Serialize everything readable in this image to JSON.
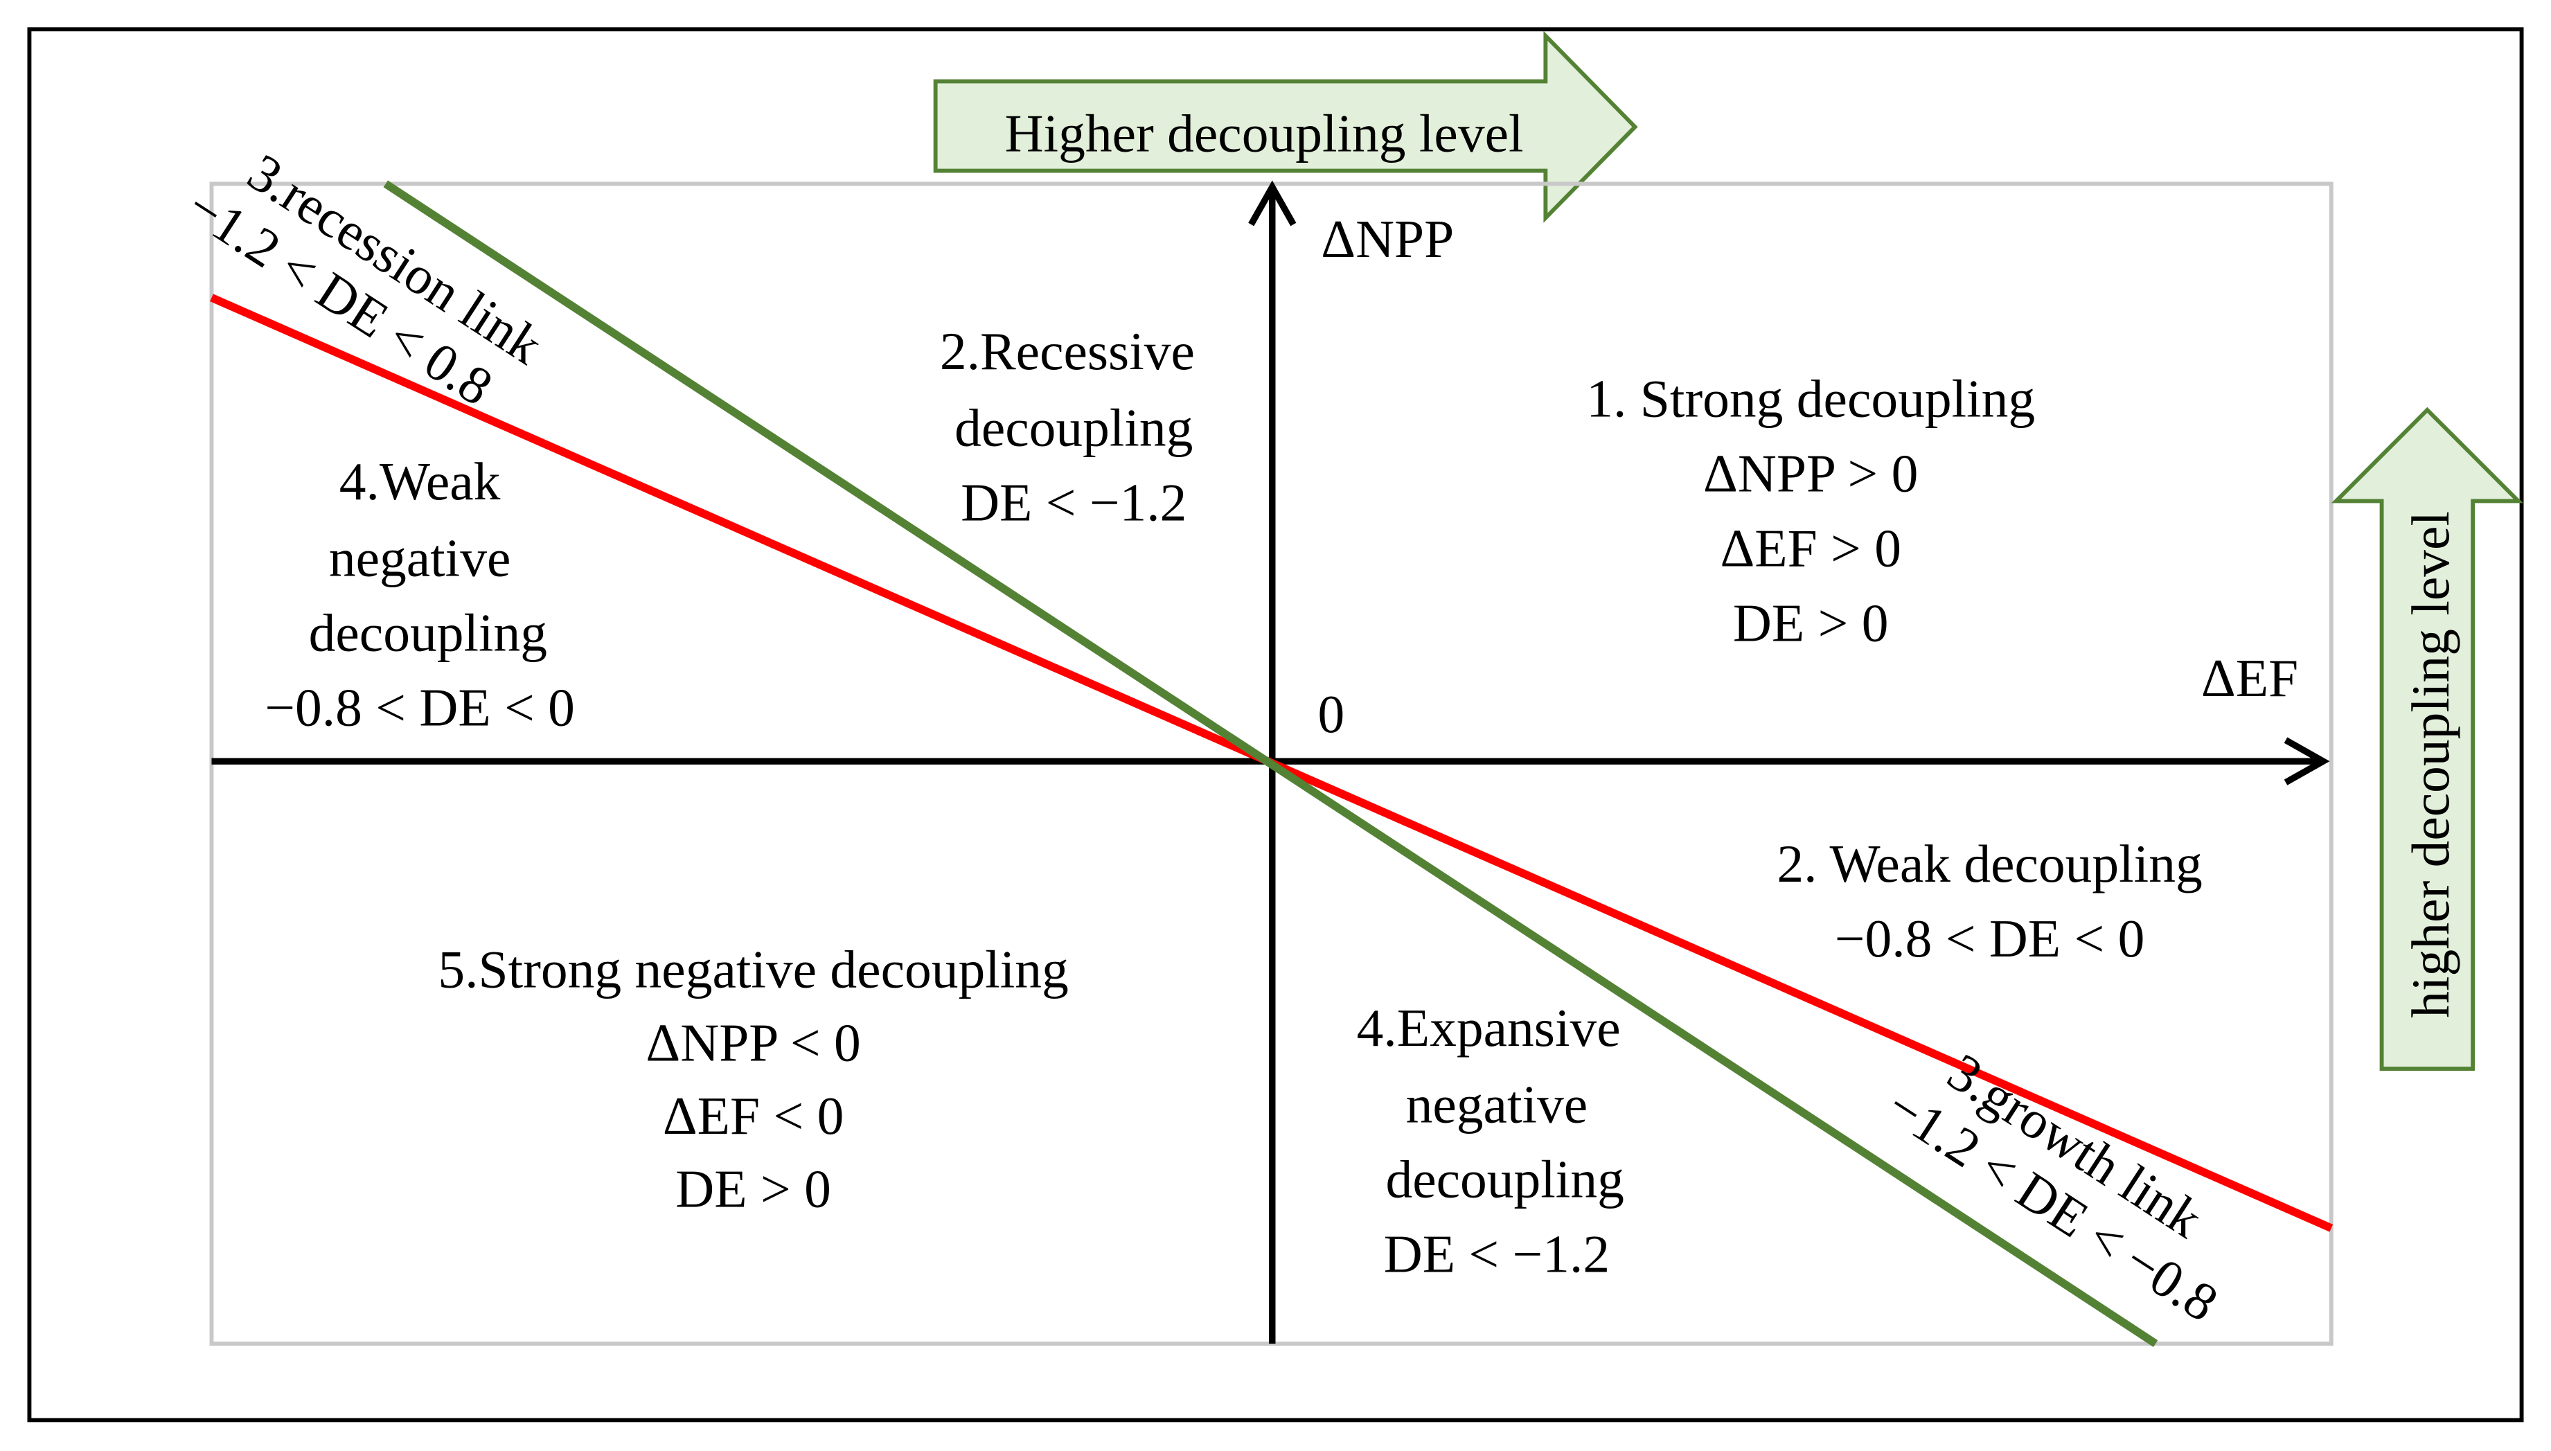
{
  "colors": {
    "red_line": "#ff0000",
    "green_line": "#548235",
    "arrow_fill": "#e2efda",
    "arrow_stroke": "#548235",
    "frame": "#c8c8c8"
  },
  "arrows": {
    "top_label": "Higher decoupling level",
    "right_label": "higher decoupling level"
  },
  "axes": {
    "y_label": "ΔNPP",
    "x_label": "ΔEF",
    "origin": "0"
  },
  "regions": {
    "strong_decoupling": [
      "1. Strong decoupling",
      "ΔNPP > 0",
      "ΔEF > 0",
      "DE > 0"
    ],
    "recessive_decoupling": [
      "2.Recessive",
      "decoupling",
      "DE < −1.2"
    ],
    "weak_decoupling": [
      "2. Weak decoupling",
      "−0.8 < DE < 0"
    ],
    "recession_link": [
      "3.recession link",
      "−1.2 < DE < 0.8"
    ],
    "growth_link": [
      "3.growth link",
      "−1.2 < DE < −0.8"
    ],
    "weak_negative_decoupling": [
      "4.Weak",
      "negative",
      "decoupling",
      "−0.8 < DE < 0"
    ],
    "expansive_negative_decoupling": [
      "4.Expansive",
      "negative",
      "decoupling",
      "DE < −1.2"
    ],
    "strong_negative_decoupling": [
      "5.Strong negative decoupling",
      "ΔNPP < 0",
      "ΔEF < 0",
      "DE > 0"
    ]
  }
}
